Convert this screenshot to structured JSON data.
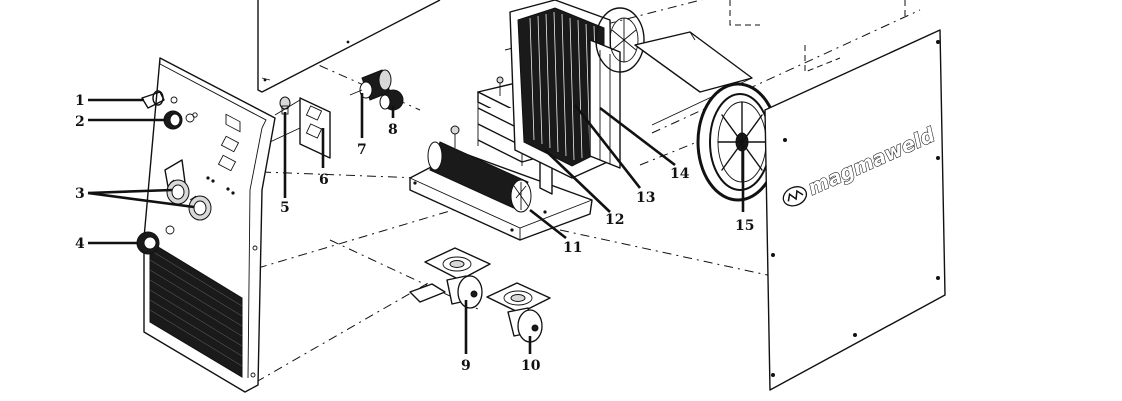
{
  "diagram": {
    "brand_text": "magmaweld",
    "callouts": [
      "1",
      "2",
      "3",
      "4",
      "5",
      "6",
      "7",
      "8",
      "9",
      "10",
      "11",
      "12",
      "13",
      "14",
      "15"
    ]
  }
}
